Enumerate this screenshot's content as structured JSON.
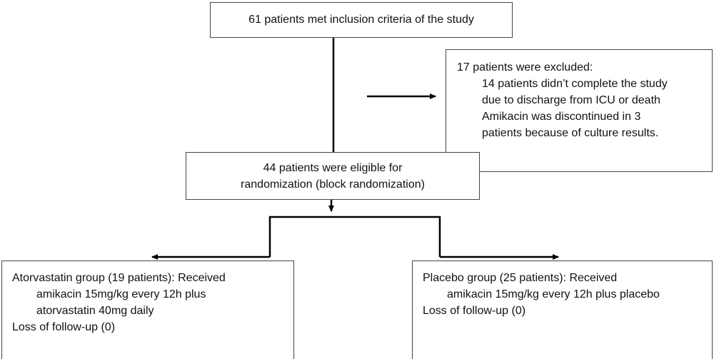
{
  "boxes": {
    "inclusion": {
      "text": "61 patients met inclusion criteria of the study"
    },
    "excluded": {
      "heading": "17 patients were excluded:",
      "lines": [
        "14 patients didn’t complete the study",
        "due to discharge from ICU or death",
        "Amikacin was discontinued in 3",
        "patients because of culture results."
      ]
    },
    "eligible": {
      "lines": [
        "44 patients were eligible for",
        "randomization (block randomization)"
      ]
    },
    "atorvastatin": {
      "lines": [
        "Atorvastatin group (19 patients): Received",
        "amikacin 15mg/kg every 12h plus",
        "atorvastatin 40mg daily",
        "Loss of follow-up (0)"
      ]
    },
    "placebo": {
      "lines": [
        "Placebo group (25 patients): Received",
        "amikacin 15mg/kg every 12h plus placebo",
        "Loss of follow-up (0)"
      ]
    }
  },
  "colors": {
    "line": "#000000",
    "border": "#444444"
  }
}
